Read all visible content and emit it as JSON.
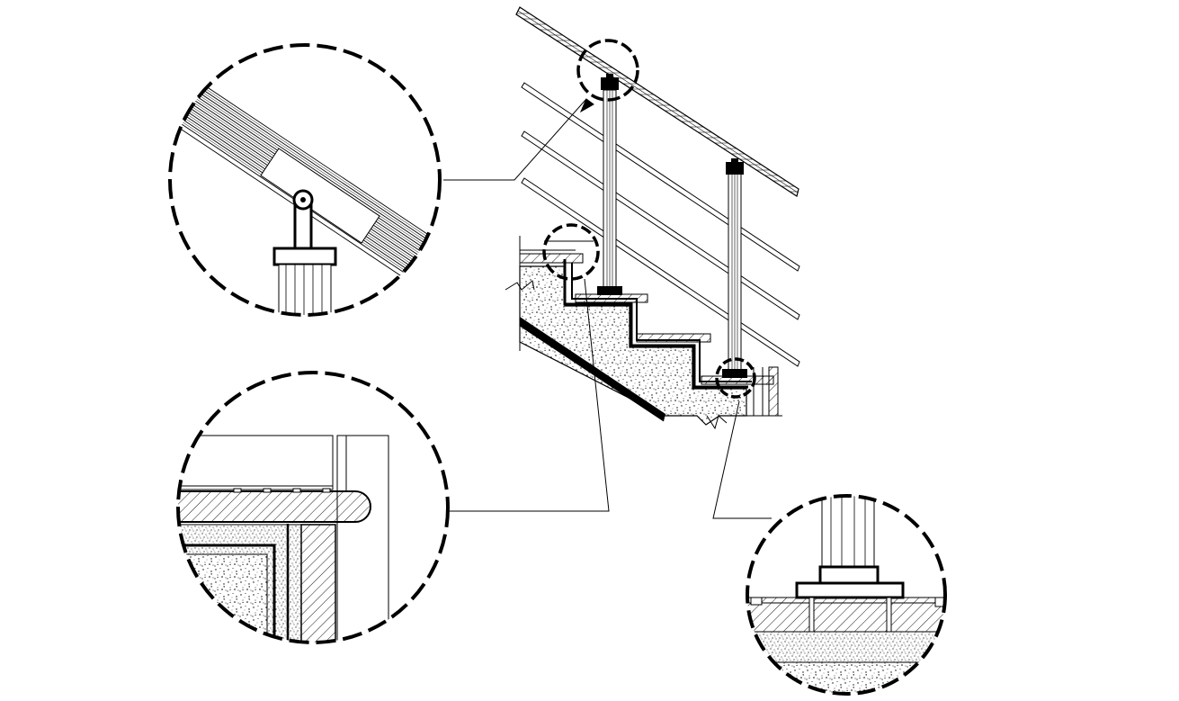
{
  "drawing": {
    "subject": "stair-handrail-section-with-details",
    "colors": {
      "line": "#000000",
      "background": "#ffffff"
    },
    "details": [
      {
        "id": "handrail-bracket-detail",
        "icon": "zoom-detail-icon"
      },
      {
        "id": "stair-nosing-detail",
        "icon": "zoom-detail-icon"
      },
      {
        "id": "baluster-base-detail",
        "icon": "zoom-detail-icon"
      }
    ]
  }
}
